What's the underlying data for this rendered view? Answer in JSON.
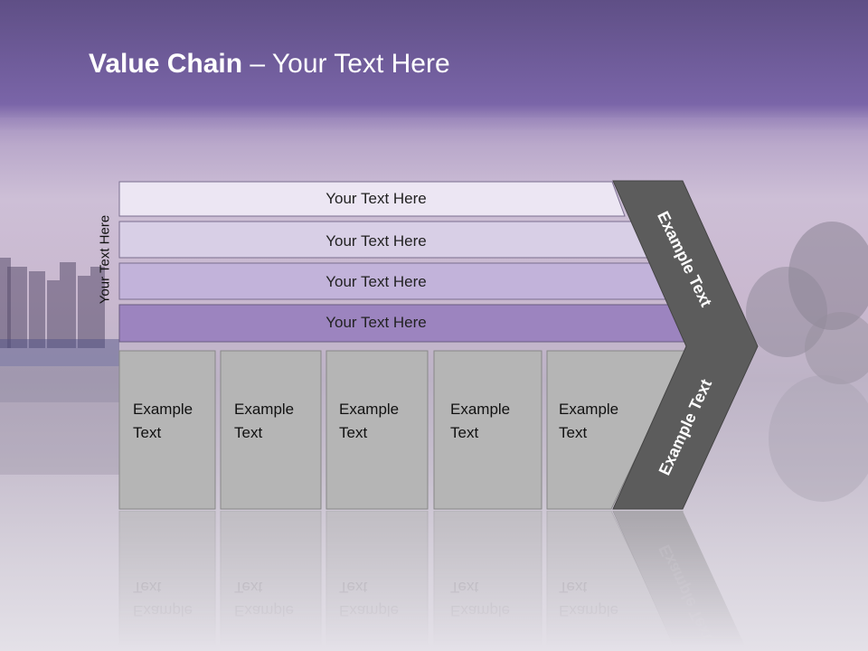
{
  "title": {
    "bold": "Value Chain",
    "rest": " – Your Text Here"
  },
  "side_label": "Your Text Here",
  "bars": [
    {
      "label": "Your Text Here",
      "color": "#ece6f3"
    },
    {
      "label": "Your Text Here",
      "color": "#d8cfe6"
    },
    {
      "label": "Your Text Here",
      "color": "#c2b3da"
    },
    {
      "label": "Your Text Here",
      "color": "#9c84bf"
    }
  ],
  "columns": [
    {
      "line1": "Example",
      "line2": "Text"
    },
    {
      "line1": "Example",
      "line2": "Text"
    },
    {
      "line1": "Example",
      "line2": "Text"
    },
    {
      "line1": "Example",
      "line2": "Text"
    },
    {
      "line1": "Example",
      "line2": "Text"
    }
  ],
  "chevron": {
    "upper_label": "Example Text",
    "lower_label": "Example Text",
    "color": "#5c5c5c"
  },
  "column_color": "#b5b5b5"
}
